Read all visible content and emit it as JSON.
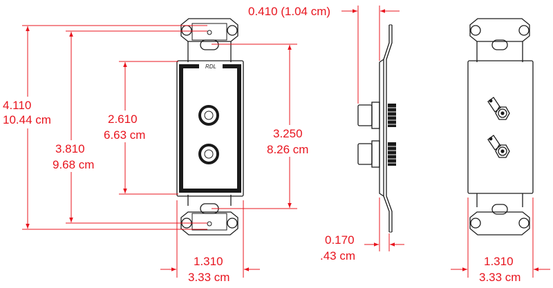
{
  "brand": {
    "logo_text": "RDL"
  },
  "front_view": {
    "overall_height": {
      "in": "4.110",
      "cm": "10.44 cm"
    },
    "mount_spacing": {
      "in": "3.810",
      "cm": "9.68 cm"
    },
    "panel_opening": {
      "in": "2.610",
      "cm": "6.63 cm"
    },
    "panel_height": {
      "in": "3.250",
      "cm": "8.26 cm"
    },
    "panel_width": {
      "in": "1.310",
      "cm": "3.33 cm"
    }
  },
  "side_view": {
    "depth": {
      "label": "0.410 (1.04 cm)"
    },
    "plate_thickness": {
      "in": "0.170",
      "cm": ".43 cm"
    }
  },
  "rear_view": {
    "panel_width": {
      "in": "1.310",
      "cm": "3.33 cm"
    }
  },
  "colors": {
    "dimension": "#e8141e",
    "ink": "#1a1a1a"
  }
}
